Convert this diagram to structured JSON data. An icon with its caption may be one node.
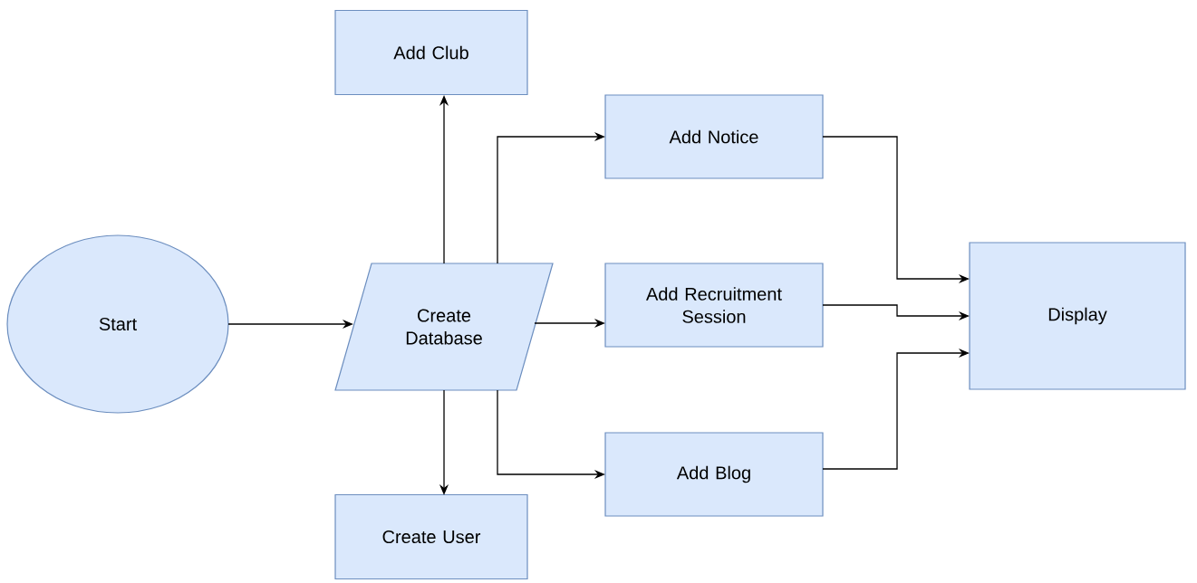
{
  "diagram": {
    "nodes": [
      {
        "text": [
          "Start"
        ]
      },
      {
        "text": [
          "Add Club"
        ]
      },
      {
        "text": [
          "Create Database"
        ]
      },
      {
        "text": [
          "Add Notice"
        ]
      },
      {
        "text": [
          "Add Recruitment Session"
        ]
      },
      {
        "text": [
          "Display"
        ]
      },
      {
        "text": [
          "Add Blog"
        ]
      },
      {
        "text": [
          "Create User"
        ]
      }
    ],
    "edges": [
      {
        "from": 0,
        "to": 2,
        "arrow": "to"
      },
      {
        "from": 2,
        "to": 1,
        "arrow": "to"
      },
      {
        "from": 2,
        "to": 3,
        "arrow": "to"
      },
      {
        "from": 2,
        "to": 4,
        "arrow": "to"
      },
      {
        "from": 2,
        "to": 7,
        "arrow": "to"
      },
      {
        "from": 2,
        "to": 6,
        "arrow": "to"
      },
      {
        "from": 3,
        "to": 5,
        "arrow": "to"
      },
      {
        "from": 4,
        "to": 5,
        "arrow": "to"
      },
      {
        "from": 6,
        "to": 5,
        "arrow": "to"
      }
    ]
  }
}
